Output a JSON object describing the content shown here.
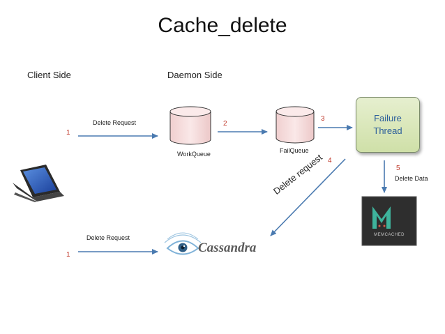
{
  "title": "Cache_delete",
  "sections": {
    "client": "Client Side",
    "daemon": "Daemon Side"
  },
  "queues": {
    "work": "WorkQueue",
    "fail": "FailQueue"
  },
  "failure_thread": {
    "line1": "Failure",
    "line2": "Thread"
  },
  "edges": {
    "client_to_workqueue": "Delete Request",
    "client_to_cassandra": "Delete Request",
    "failure_to_cassandra": "Delete request",
    "failure_to_memcached": "Delete Data"
  },
  "step_numbers": {
    "s1_top": "1",
    "s1_bottom": "1",
    "s2": "2",
    "s3": "3",
    "s4": "4",
    "s5": "5"
  },
  "logos": {
    "cassandra": "Cassandra",
    "memcached": "MEMCACHED",
    "memcached_mark": "M"
  },
  "colors": {
    "arrow": "#4a7ab0",
    "number": "#c0392b",
    "cylinder_fill": "#f5dcdc",
    "failure_text": "#2a5d9a"
  },
  "icons": {
    "client": "laptop-icon",
    "cassandra": "cassandra-eye-icon",
    "memcached": "memcached-logo-icon"
  }
}
